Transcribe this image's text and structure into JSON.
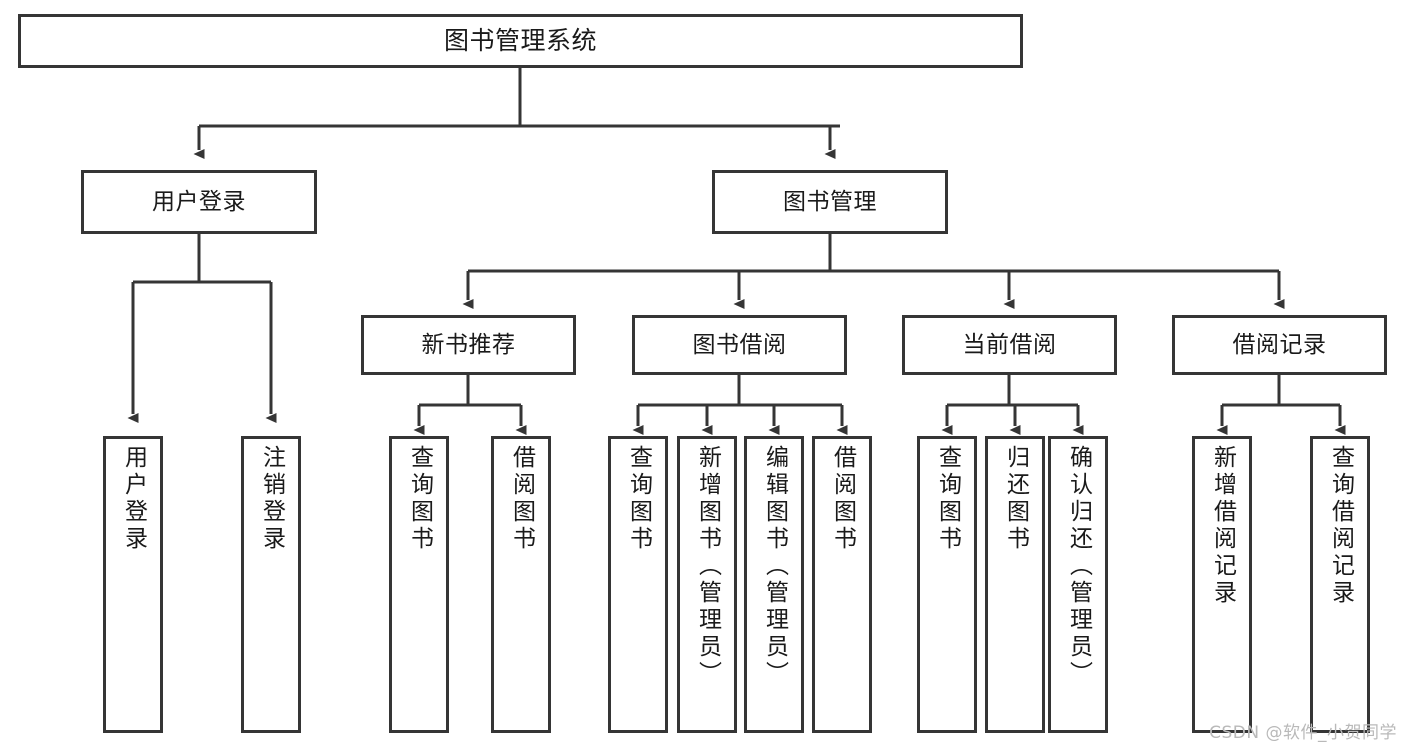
{
  "diagram": {
    "title": "图书管理系统",
    "type": "tree-hierarchy",
    "orientation": "top-down"
  },
  "root": {
    "id": "root",
    "label": "图书管理系统"
  },
  "level1": [
    {
      "id": "user-login",
      "label": "用户登录"
    },
    {
      "id": "book-management",
      "label": "图书管理"
    }
  ],
  "level2": [
    {
      "id": "new-book-recommend",
      "label": "新书推荐"
    },
    {
      "id": "book-borrow",
      "label": "图书借阅"
    },
    {
      "id": "current-borrow",
      "label": "当前借阅"
    },
    {
      "id": "borrow-record",
      "label": "借阅记录"
    }
  ],
  "leaves": {
    "user_login": [
      {
        "id": "leaf-user-login",
        "label": "用户登录"
      },
      {
        "id": "leaf-logout-login",
        "label": "注销登录"
      }
    ],
    "new_book_recommend": [
      {
        "id": "leaf-query-book-1",
        "label": "查询图书"
      },
      {
        "id": "leaf-borrow-book-1",
        "label": "借阅图书"
      }
    ],
    "book_borrow": [
      {
        "id": "leaf-query-book-2",
        "label": "查询图书"
      },
      {
        "id": "leaf-add-book",
        "label": "新增图书（管理员）"
      },
      {
        "id": "leaf-edit-book",
        "label": "编辑图书（管理员）"
      },
      {
        "id": "leaf-borrow-book-2",
        "label": "借阅图书"
      }
    ],
    "current_borrow": [
      {
        "id": "leaf-query-book-3",
        "label": "查询图书"
      },
      {
        "id": "leaf-return-book",
        "label": "归还图书"
      },
      {
        "id": "leaf-confirm-return",
        "label": "确认归还（管理员）"
      }
    ],
    "borrow_record": [
      {
        "id": "leaf-add-borrow-record",
        "label": "新增借阅记录"
      },
      {
        "id": "leaf-query-borrow-record",
        "label": "查询借阅记录"
      }
    ]
  },
  "watermark": {
    "text": "CSDN @软件_小贺同学"
  },
  "colors": {
    "border": "#353535",
    "text": "#1a1a1a",
    "background": "#ffffff",
    "watermark": "#b9b9b9"
  }
}
